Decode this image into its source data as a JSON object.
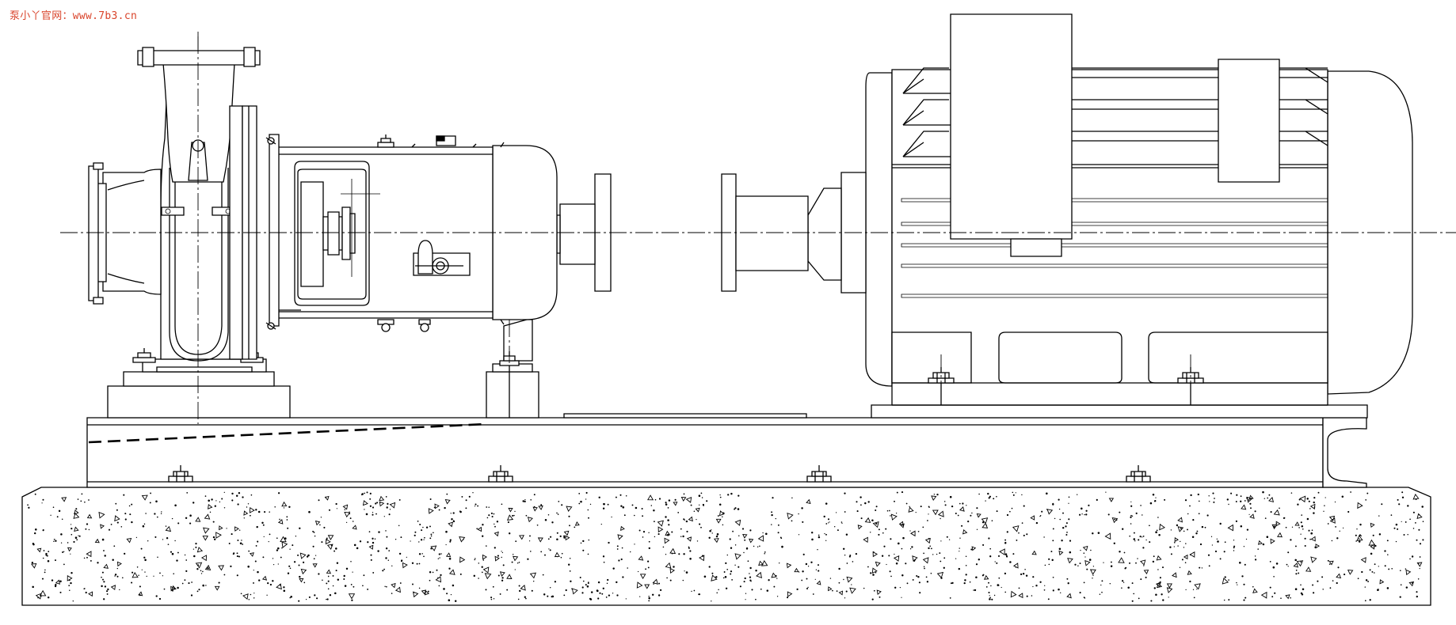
{
  "watermark": {
    "text": "泵小丫官网：www.7b3.cn",
    "color": "#d9442b"
  },
  "drawing": {
    "subject": "pump-motor-unit-elevation",
    "components": [
      "pump-casing",
      "bearing-bracket",
      "coupling",
      "electric-motor",
      "baseplate",
      "concrete-foundation"
    ],
    "line_color": "#000000",
    "background_color": "#ffffff"
  }
}
